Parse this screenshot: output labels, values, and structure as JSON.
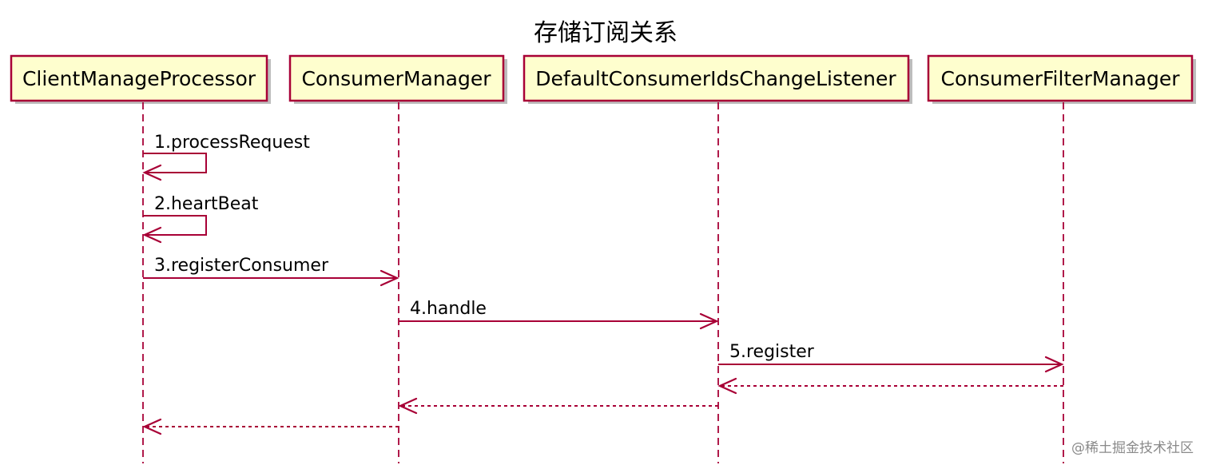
{
  "title": "存储订阅关系",
  "participants": [
    {
      "id": "p1",
      "label": "ClientManageProcessor"
    },
    {
      "id": "p2",
      "label": "ConsumerManager"
    },
    {
      "id": "p3",
      "label": "DefaultConsumerIdsChangeListener"
    },
    {
      "id": "p4",
      "label": "ConsumerFilterManager"
    }
  ],
  "messages": [
    {
      "id": "m1",
      "from": "p1",
      "to": "p1",
      "label": "1.processRequest",
      "style": "solid"
    },
    {
      "id": "m2",
      "from": "p1",
      "to": "p1",
      "label": "2.heartBeat",
      "style": "solid"
    },
    {
      "id": "m3",
      "from": "p1",
      "to": "p2",
      "label": "3.registerConsumer",
      "style": "solid"
    },
    {
      "id": "m4",
      "from": "p2",
      "to": "p3",
      "label": "4.handle",
      "style": "solid"
    },
    {
      "id": "m5",
      "from": "p3",
      "to": "p4",
      "label": "5.register",
      "style": "solid"
    },
    {
      "id": "r1",
      "from": "p4",
      "to": "p3",
      "label": "",
      "style": "dashed"
    },
    {
      "id": "r2",
      "from": "p3",
      "to": "p2",
      "label": "",
      "style": "dashed"
    },
    {
      "id": "r3",
      "from": "p2",
      "to": "p1",
      "label": "",
      "style": "dashed"
    }
  ],
  "watermark": "@稀土掘金技术社区",
  "colors": {
    "line": "#A80036",
    "box_fill": "#FEFECE",
    "background": "#FFFFFF"
  }
}
